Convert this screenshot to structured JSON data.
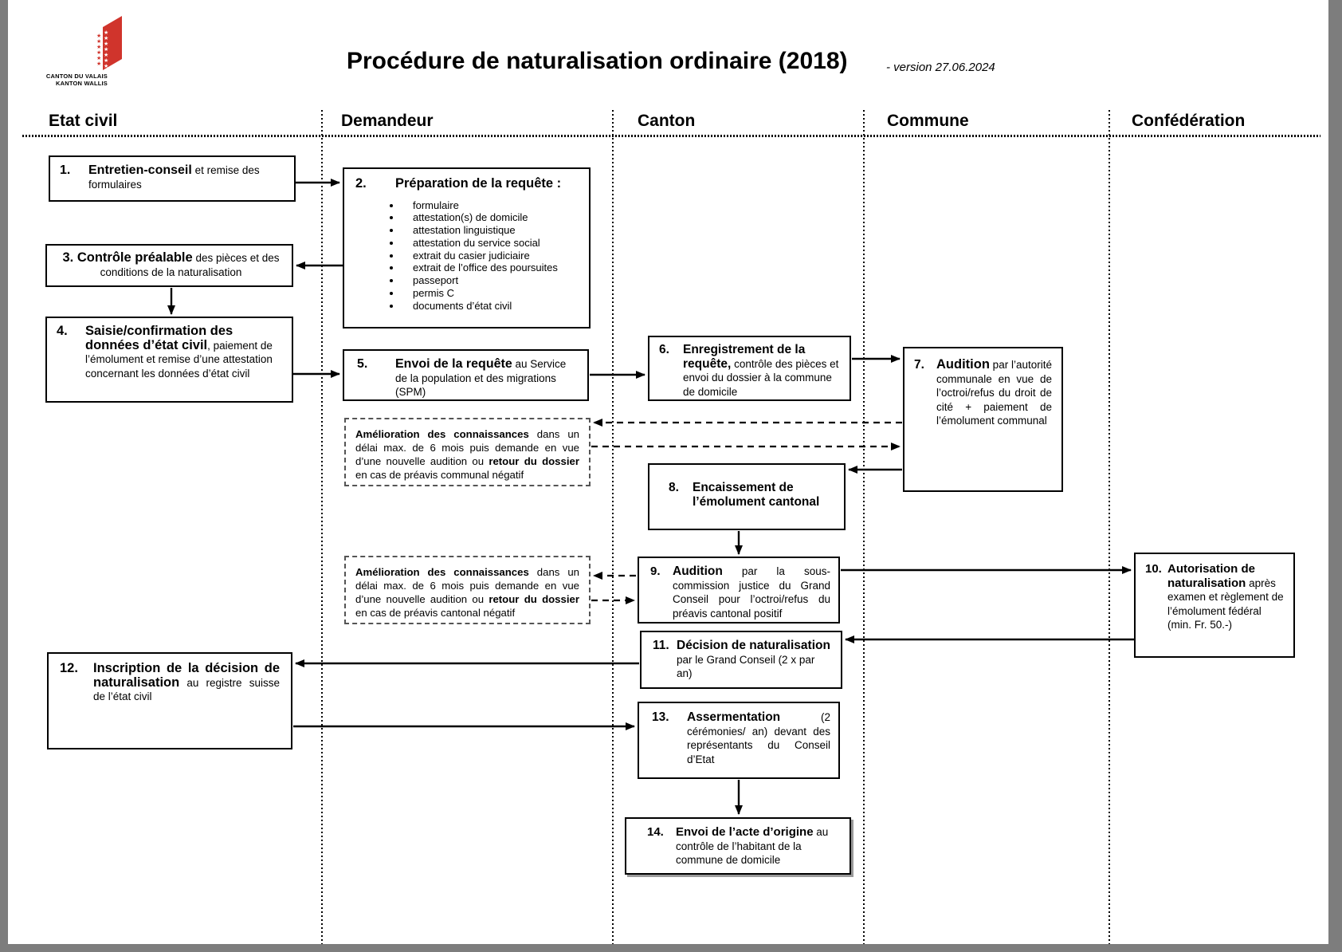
{
  "logo": {
    "line1": "CANTON DU VALAIS",
    "line2": "KANTON WALLIS"
  },
  "header": {
    "title": "Procédure de naturalisation ordinaire (2018)",
    "version": "- version 27.06.2024"
  },
  "lanes": {
    "etat_civil": "Etat civil",
    "demandeur": "Demandeur",
    "canton": "Canton",
    "commune": "Commune",
    "confederation": "Confédération"
  },
  "boxes": {
    "b1": {
      "num": "1.",
      "bold": "Entretien-conseil",
      "rest": " et remise des formulaires"
    },
    "b2": {
      "num": "2.",
      "title": "Préparation de la requête :",
      "items": [
        "formulaire",
        "attestation(s) de domicile",
        "attestation linguistique",
        "attestation du service social",
        "extrait du casier judiciaire",
        "extrait de l’office des poursuites",
        "passeport",
        "permis C",
        "documents d’état civil"
      ]
    },
    "b3": {
      "num": "3.",
      "bold": "Contrôle préalable",
      "rest": " des pièces et des conditions de la naturalisation"
    },
    "b4": {
      "num": "4.",
      "bold": "Saisie/confirmation des données d’état civil",
      "rest": ", paiement de l’émolument et remise d’une attestation concernant les données d’état civil"
    },
    "b5": {
      "num": "5.",
      "bold": "Envoi de la requête",
      "rest": " au Service de la population et des migrations (SPM)"
    },
    "b6": {
      "num": "6.",
      "bold": "Enregistrement de la requête,",
      "rest": " contrôle des pièces et envoi du dossier à la commune de domicile"
    },
    "b7": {
      "num": "7.",
      "bold": "Audition",
      "rest": " par l’autorité communale en vue de l’octroi/refus du droit de cité + paiement de l’émolument communal"
    },
    "b8": {
      "num": "8.",
      "bold": "Encaissement de l’émolument cantonal",
      "rest": ""
    },
    "b9": {
      "num": "9.",
      "bold": "Audition",
      "rest": " par la sous-commission justice du Grand Conseil pour l’octroi/refus du préavis cantonal positif"
    },
    "b10": {
      "num": "10.",
      "bold": "Autorisation de naturalisation",
      "rest": " après examen et règlement de l’émolument fédéral (min. Fr. 50.-)"
    },
    "b11": {
      "num": "11.",
      "bold": "Décision de naturalisation",
      "rest": " par le Grand Conseil (2 x par an)"
    },
    "b12": {
      "num": "12.",
      "bold": "Inscription de la décision de naturalisation",
      "rest": " au registre suisse de l’état civil"
    },
    "b13": {
      "num": "13.",
      "bold": "Assermentation",
      "rest": " (2 cérémonies/ an) devant des représentants du Conseil d’Etat"
    },
    "b14": {
      "num": "14.",
      "bold": "Envoi de l’acte d’origine",
      "rest": " au contrôle de l’habitant de la commune de domicile"
    },
    "noteA": {
      "bold1": "Amélioration des connaissances",
      "mid": " dans un délai max. de 6 mois puis demande en vue d’une nouvelle audition ou ",
      "bold2": "retour du dossier",
      "end": " en cas de préavis communal négatif"
    },
    "noteB": {
      "bold1": "Amélioration des connaissances",
      "mid": " dans un délai max. de 6 mois puis demande en vue d’une nouvelle audition ou ",
      "bold2": "retour du dossier",
      "end": " en cas de préavis cantonal négatif"
    }
  },
  "colors": {
    "logo_red": "#d0342c",
    "line_black": "#000000"
  }
}
